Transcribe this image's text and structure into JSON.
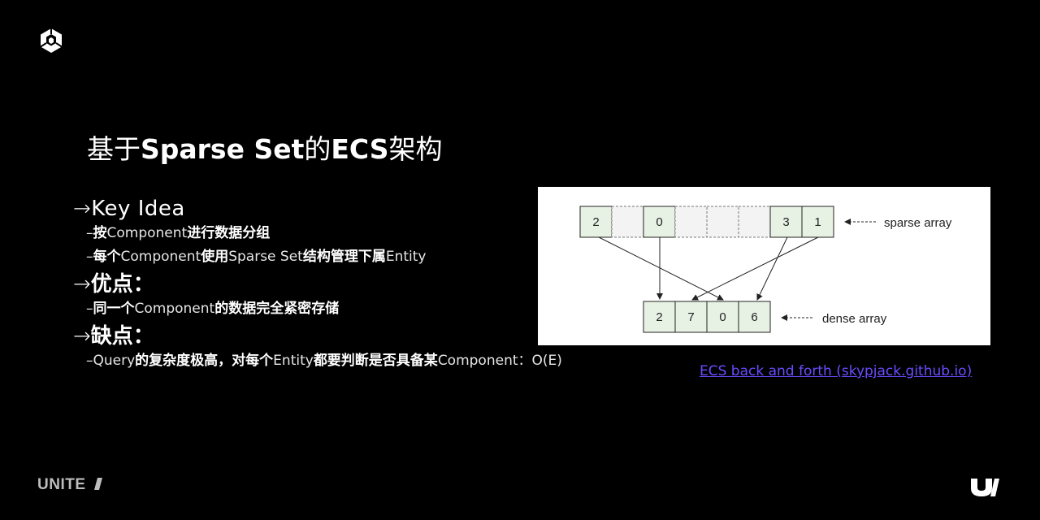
{
  "slide": {
    "title": {
      "part1": "基于",
      "part2": "Sparse Set",
      "part3": "的",
      "part4": "ECS",
      "part5": "架构"
    },
    "sections": [
      {
        "arrow": "→",
        "heading": "Key Idea",
        "items": [
          {
            "dash": "–",
            "t1": "按",
            "t2": "Component",
            "t3": "进行数据分组"
          },
          {
            "dash": "–",
            "t1": "每个",
            "t2": "Component",
            "t3": "使用",
            "t4": "Sparse Set",
            "t5": "结构管理下属",
            "t6": "Entity"
          }
        ]
      },
      {
        "arrow": "→",
        "heading": "优点：",
        "items": [
          {
            "dash": "–",
            "t1": "同一个",
            "t2": "Component",
            "t3": "的数据完全紧密存储"
          }
        ]
      },
      {
        "arrow": "→",
        "heading": "缺点：",
        "items": [
          {
            "dash": "–",
            "t1": "Query",
            "t2": "的复杂度极高，对每个",
            "t3": "Entity",
            "t4": "都要判断是否具备某",
            "t5": "Component：O(E)"
          }
        ]
      }
    ]
  },
  "diagram": {
    "sparse_values": [
      "2",
      "",
      "0",
      "",
      "",
      "",
      "3",
      "1"
    ],
    "dense_values": [
      "2",
      "7",
      "0",
      "6"
    ],
    "sparse_label": "sparse array",
    "dense_label": "dense array",
    "cell_fill": "#e8f2e4",
    "empty_fill": "#f3f3f3"
  },
  "source_link": "ECS back and forth (skypjack.github.io)",
  "colors": {
    "background": "#000000",
    "text": "#ffffff",
    "link": "#6a4cff"
  },
  "icons": {
    "top_left": "unity-cube-icon",
    "bottom_left": "unite-logo",
    "bottom_right": "u-logo-icon"
  }
}
